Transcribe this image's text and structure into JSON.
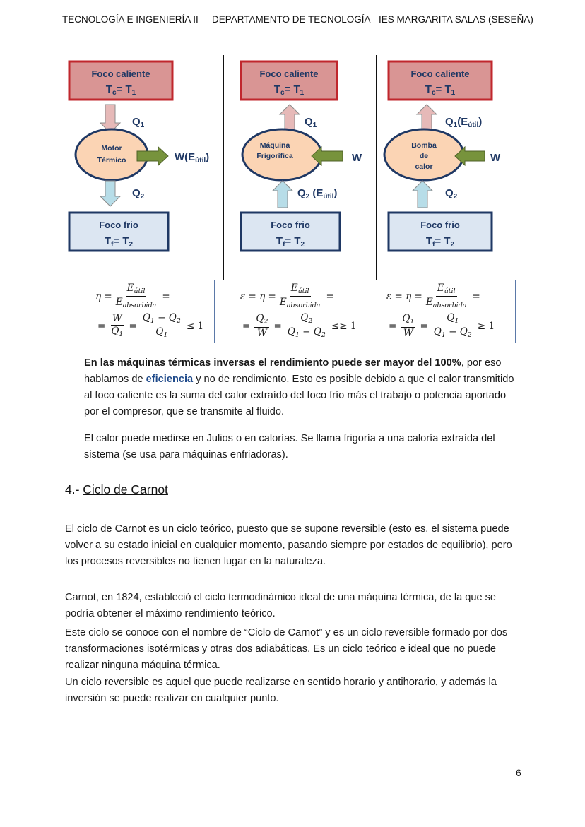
{
  "header": {
    "left": "TECNOLOGÍA E INGENIERÍA II",
    "center": "DEPARTAMENTO DE TECNOLOGÍA",
    "right": "IES MARGARITA SALAS (SESEÑA)"
  },
  "diagrams": [
    {
      "hot_title": "Foco caliente",
      "hot_temp": "Tc= T1",
      "machine_lines": [
        "Motor",
        "Térmico"
      ],
      "q_top": "Q1",
      "q_bottom": "Q2",
      "w_label": "W(Eútil)",
      "cold_title": "Foco frio",
      "cold_temp": "Tf= T2"
    },
    {
      "hot_title": "Foco caliente",
      "hot_temp": "Tc= T1",
      "machine_lines": [
        "Máquina",
        "Frigorífica"
      ],
      "q_top": "Q1",
      "q_bottom": "Q2 (Eútil)",
      "w_label": "W",
      "cold_title": "Foco frio",
      "cold_temp": "Tf= T2"
    },
    {
      "hot_title": "Foco caliente",
      "hot_temp": "Tc= T1",
      "machine_lines": [
        "Bomba",
        "de",
        "calor"
      ],
      "q_top": "Q1(Eútil)",
      "q_bottom": "Q2",
      "w_label": "W",
      "cold_title": "Foco frio",
      "cold_temp": "Tf= T2"
    }
  ],
  "formulas": [
    {
      "lhs": "η =",
      "frac1_num": "Eútil",
      "frac1_den": "Eabsorbida",
      "line2_ineq": "≤ 1"
    },
    {
      "lhs": "ε = η =",
      "frac1_num": "Eútil",
      "frac1_den": "Eabsorbida",
      "line2_ineq": "≤≥ 1"
    },
    {
      "lhs": "ε = η =",
      "frac1_num": "Eútil",
      "frac1_den": "Eabsorbida",
      "line2_ineq": "≥ 1"
    }
  ],
  "body": {
    "p1_bold": "En las máquinas térmicas inversas el rendimiento puede ser mayor del 100%",
    "p1_a": ", por eso hablamos de ",
    "p1_blue": "eficiencia",
    "p1_b": " y no de rendimiento. Esto es posible debido a que el calor transmitido al foco caliente es la suma del calor extraído del foco frío más el trabajo o potencia aportado por el compresor, que se transmite al fluido.",
    "p2": "El calor puede medirse en Julios o en calorías. Se llama frigoría a una caloría extraída del sistema (se usa para máquinas enfriadoras).",
    "section_num": "4.- ",
    "section_title": "Ciclo de Carnot",
    "p3": "El ciclo de Carnot es un ciclo teórico, puesto que se supone reversible (esto es, el sistema puede volver a su estado inicial en cualquier momento, pasando siempre por estados de equilibrio), pero los procesos reversibles no tienen lugar en la naturaleza.",
    "p4": "Carnot, en 1824, estableció el ciclo termodinámico ideal de una máquina térmica, de la que se podría obtener el máximo rendimiento teórico.",
    "p5": "Este ciclo se conoce con el nombre de “Ciclo de Carnot” y es un ciclo reversible formado por dos transformaciones isotérmicas y otras dos adiabáticas. Es un ciclo teórico e ideal que no puede realizar ninguna máquina térmica.",
    "p6": "Un ciclo reversible es aquel que puede realizarse en sentido horario y antihorario, y además la inversión se puede realizar en cualquier punto."
  },
  "page_number": "6",
  "colors": {
    "hot_fill": "#d99594",
    "hot_border": "#c0272d",
    "cold_fill": "#dce6f2",
    "cold_border": "#1f3864",
    "machine_fill": "#fbd4b4",
    "machine_border": "#1f3864",
    "q_arrow_hot": "#e6b9b8",
    "q_arrow_cold": "#b7dde8",
    "w_arrow": "#77933c",
    "title_text": "#1f3864"
  }
}
